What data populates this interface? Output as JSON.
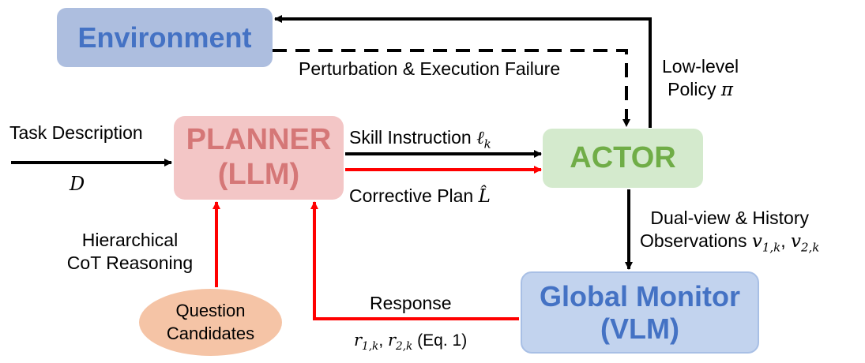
{
  "nodes": {
    "environment": "Environment",
    "planner": [
      "PLANNER",
      "(LLM)"
    ],
    "actor": "ACTOR",
    "monitor": [
      "Global Monitor",
      "(VLM)"
    ],
    "question": [
      "Question",
      "Candidates"
    ]
  },
  "labels": {
    "task_description": "Task Description",
    "task_symbol": "D",
    "perturbation": "Perturbation & Execution Failure",
    "low_level_policy": [
      "Low-level",
      "Policy"
    ],
    "policy_symbol": "π",
    "skill_instruction": "Skill Instruction",
    "skill_symbol": "ℓ",
    "skill_subscript": "k",
    "corrective_plan": "Corrective Plan",
    "corrective_symbol": "L̂",
    "dual_view": [
      "Dual-view & History",
      "Observations"
    ],
    "obs_v1": "v",
    "obs_v1_sub": "1,k",
    "obs_v2": "v",
    "obs_v2_sub": "2,k",
    "hierarchical": [
      "Hierarchical",
      "CoT Reasoning"
    ],
    "response": "Response",
    "resp_r1": "r",
    "resp_r1_sub": "1,k",
    "resp_r2": "r",
    "resp_r2_sub": "2,k",
    "eq_ref": "(Eq. 1)"
  },
  "colors": {
    "black_arrow": "#000000",
    "red_arrow": "#ff0000"
  }
}
